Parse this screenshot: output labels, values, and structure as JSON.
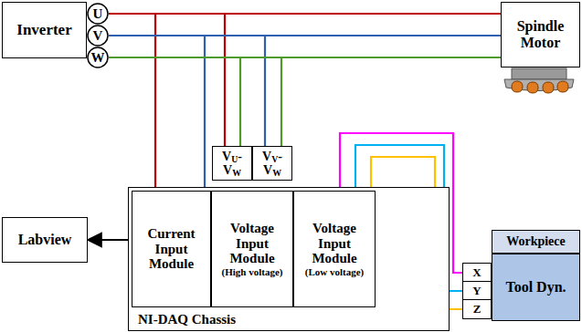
{
  "diagram": {
    "nodes": [
      {
        "text": [
          "Inverter"
        ]
      },
      {
        "text": [
          "U"
        ]
      },
      {
        "text": [
          "V"
        ]
      },
      {
        "text": [
          "W"
        ]
      },
      {
        "text": [
          "Spindle Motor"
        ]
      },
      {
        "text": [
          "VU-VW"
        ]
      },
      {
        "text": [
          "VV-VW"
        ]
      },
      {
        "text": [
          "Labview"
        ]
      },
      {
        "text": [
          "NI-DAQ Chassis"
        ]
      },
      {
        "text": [
          "Current Input Module"
        ],
        "in": 8
      },
      {
        "text": [
          "Voltage Input Module",
          "(High voltage)"
        ],
        "in": 8
      },
      {
        "text": [
          "Voltage Input Module",
          "(Low voltage)"
        ],
        "in": 8
      },
      {
        "text": [
          "Workpiece"
        ]
      },
      {
        "text": [
          "X"
        ]
      },
      {
        "text": [
          "Y"
        ]
      },
      {
        "text": [
          "Z"
        ]
      },
      {
        "text": [
          "Tool Dyn."
        ]
      }
    ],
    "edges": [
      {
        "from": 1,
        "to": 4,
        "arrow": "none"
      },
      {
        "from": 2,
        "to": 4,
        "arrow": "none"
      },
      {
        "from": 3,
        "to": 4,
        "arrow": "none"
      },
      {
        "from": 1,
        "to": 9,
        "arrow": "none"
      },
      {
        "from": 2,
        "to": 9,
        "arrow": "none"
      },
      {
        "from": 1,
        "to": 5,
        "arrow": "none"
      },
      {
        "from": 3,
        "to": 5,
        "arrow": "none"
      },
      {
        "from": 2,
        "to": 6,
        "arrow": "none"
      },
      {
        "from": 3,
        "to": 6,
        "arrow": "none"
      },
      {
        "from": 8,
        "to": 7,
        "arrow": "to"
      },
      {
        "from": 11,
        "to": 13,
        "arrow": "none"
      },
      {
        "from": 11,
        "to": 14,
        "arrow": "none"
      },
      {
        "from": 11,
        "to": 15,
        "arrow": "none"
      }
    ]
  }
}
